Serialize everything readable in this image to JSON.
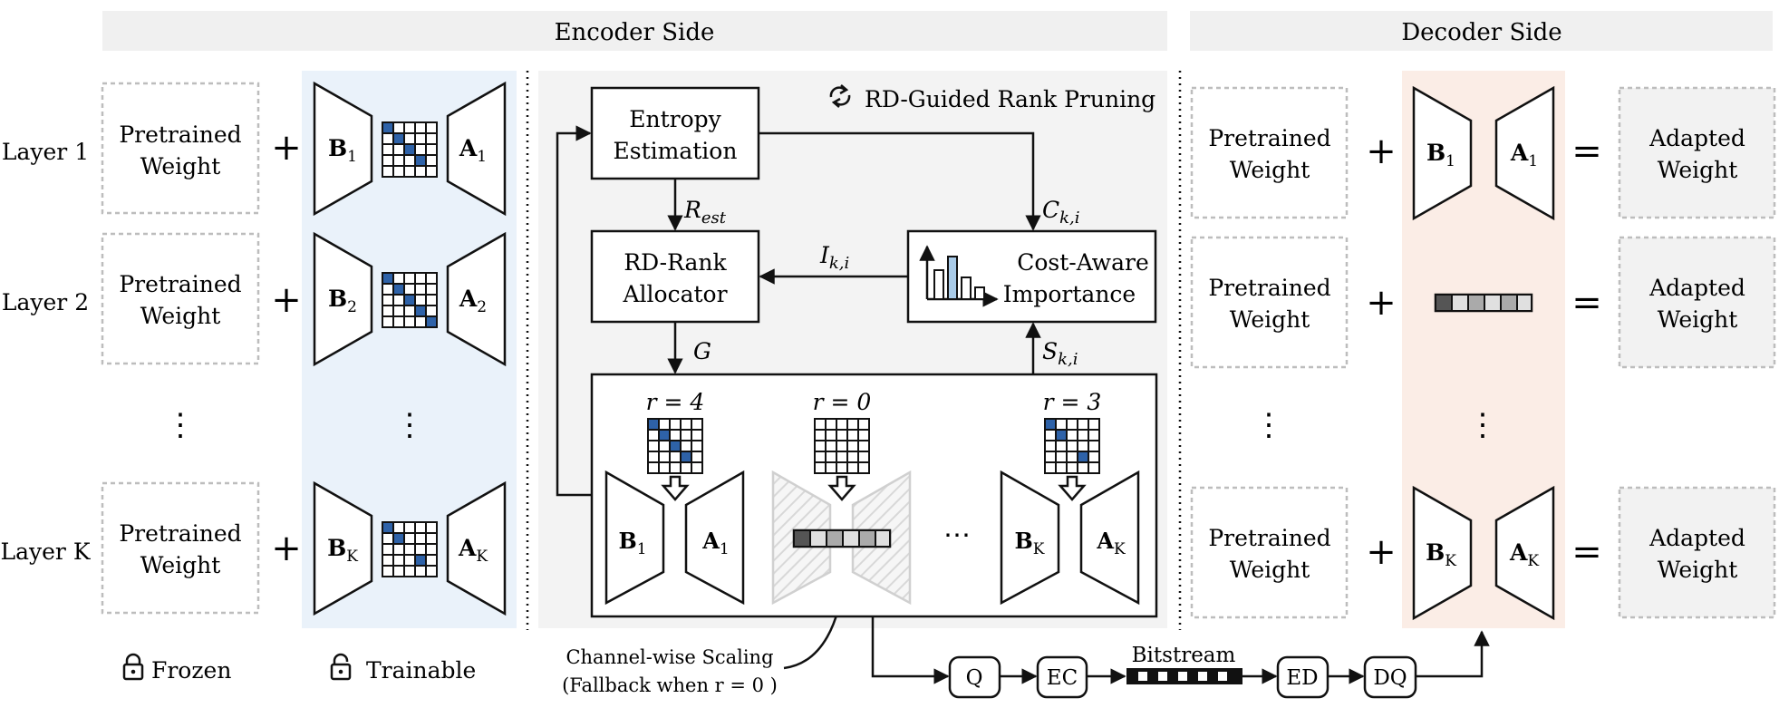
{
  "headers": {
    "encoder": "Encoder Side",
    "decoder": "Decoder Side"
  },
  "layers": [
    {
      "label": "Layer 1",
      "b": "B",
      "a": "A",
      "sub": "1"
    },
    {
      "label": "Layer 2",
      "b": "B",
      "a": "A",
      "sub": "2"
    },
    {
      "label": "Layer K",
      "b": "B",
      "a": "A",
      "sub": "K"
    }
  ],
  "vdots": "⋮",
  "pretrained": [
    "Pretrained",
    "Weight"
  ],
  "adapted": [
    "Adapted",
    "Weight"
  ],
  "plus": "+",
  "equals": "=",
  "legend": {
    "frozen": "Frozen",
    "trainable": "Trainable"
  },
  "pruning": {
    "title": "RD-Guided Rank Pruning",
    "entropy": [
      "Entropy",
      "Estimation"
    ],
    "allocator": [
      "RD-Rank",
      "Allocator"
    ],
    "importance": [
      "Cost-Aware",
      "Importance"
    ],
    "r_est": "R",
    "r_est_sub": "est",
    "c_ki": "C",
    "i_ki": "I",
    "s_ki": "S",
    "ki_sub": "k,i",
    "g": "G",
    "ranks": [
      "r = 4",
      "r = 0",
      "r = 3"
    ],
    "ellipsis": "⋯"
  },
  "callout": {
    "line1": "Channel-wise Scaling",
    "line2": "(Fallback when r = 0 )"
  },
  "pipeline": {
    "q": "Q",
    "ec": "EC",
    "bitstream": "Bitstream",
    "ed": "ED",
    "dq": "DQ"
  },
  "colors": {
    "header_bg": "#f0f0f0",
    "trainable_bg": "#eaf2fa",
    "pruning_bg": "#f3f3f3",
    "decoder_col_bg": "#fbede6",
    "adapted_bg": "#f2f2f2",
    "mask_blue": "#2e62a8",
    "dashed": "#bdbdbd",
    "bar_blue": "#a9cbe8"
  },
  "icons": [
    "refresh-icon",
    "lock-icon",
    "unlock-icon",
    "bar-chart-icon",
    "down-arrow-icon"
  ]
}
